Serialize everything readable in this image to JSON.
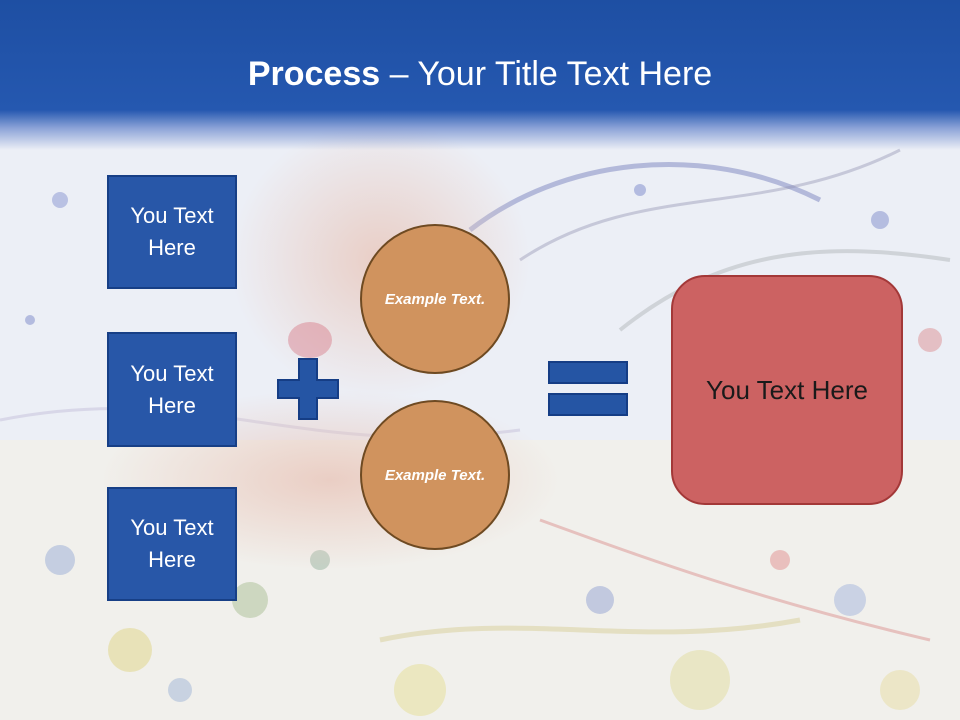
{
  "slide": {
    "title_bold": "Process",
    "title_rest": " – Your Title Text Here",
    "left_boxes": [
      "You Text Here",
      "You Text Here",
      "You Text Here"
    ],
    "circles": [
      "Example Text.",
      "Example Text."
    ],
    "result": "You Text Here"
  },
  "colors": {
    "header": "#2558b0",
    "box_fill": "#2857a8",
    "circle_fill": "#d0935e",
    "result_fill": "#cc6262",
    "operator": "#2555a4"
  },
  "icons": [
    "plus-icon",
    "equals-icon"
  ]
}
